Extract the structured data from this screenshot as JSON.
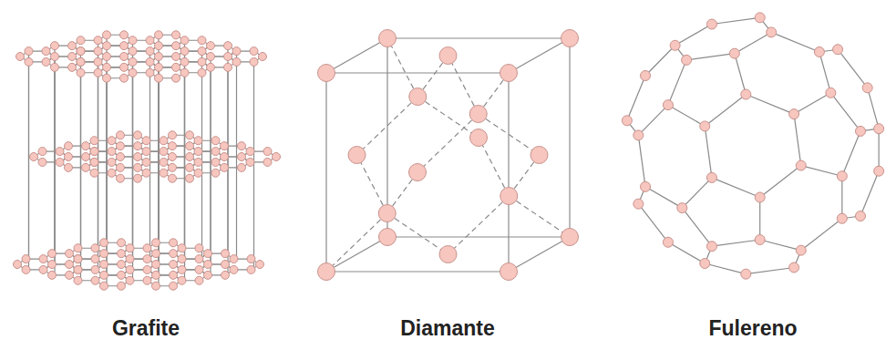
{
  "diagram": {
    "labels": [
      "Grafite",
      "Diamante",
      "Fulereno"
    ]
  }
}
